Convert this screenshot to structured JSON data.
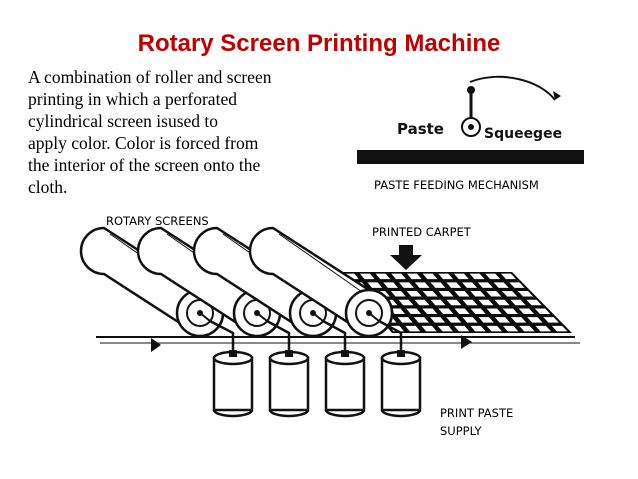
{
  "title": "Rotary Screen Printing Machine",
  "description": [
    "A combination of roller and screen",
    "printing in which a perforated",
    "cylindrical screen isused to",
    "apply color. Color is forced from",
    "the interior of the screen onto the",
    "cloth."
  ],
  "labels": {
    "paste_feeding": "PASTE FEEDING MECHANISM",
    "rotary_screens": "ROTARY SCREENS",
    "printed_carpet": "PRINTED CARPET",
    "print_paste_supply": [
      "PRINT PASTE",
      "SUPPLY"
    ]
  },
  "inset": {
    "paste_word": "Paste",
    "squeegee_word": "Squeegee"
  }
}
